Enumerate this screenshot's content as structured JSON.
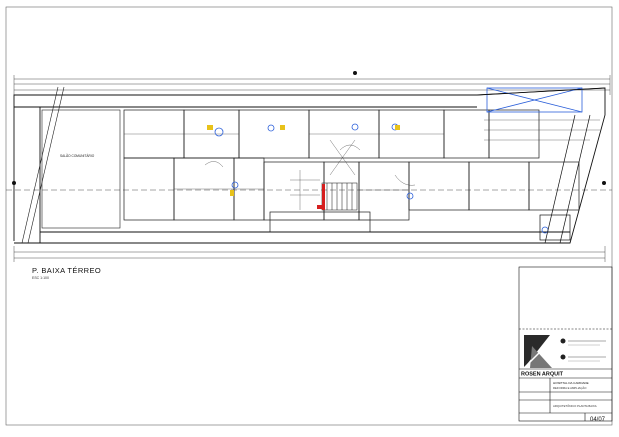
{
  "drawing": {
    "plan_title": "P. BAIXA TÉRREO",
    "scale_note": "ESC 1:100",
    "room_label": "SALÃO COMUNITÁRIO",
    "sheet_number": "04/07"
  },
  "title_block": {
    "header": "ROSEN ARQUIT",
    "project_line": "HOSPITAL DA CARIDADE",
    "owner_line": "REFORMA E AMPLIAÇÃO",
    "drawing_line": "ARQUITETÔNICO PLANTA BAIXA"
  },
  "colors": {
    "line": "#1a1a1a",
    "accent_blue": "#2b5fd9",
    "accent_red": "#d62020",
    "accent_yellow": "#e8c21a"
  }
}
